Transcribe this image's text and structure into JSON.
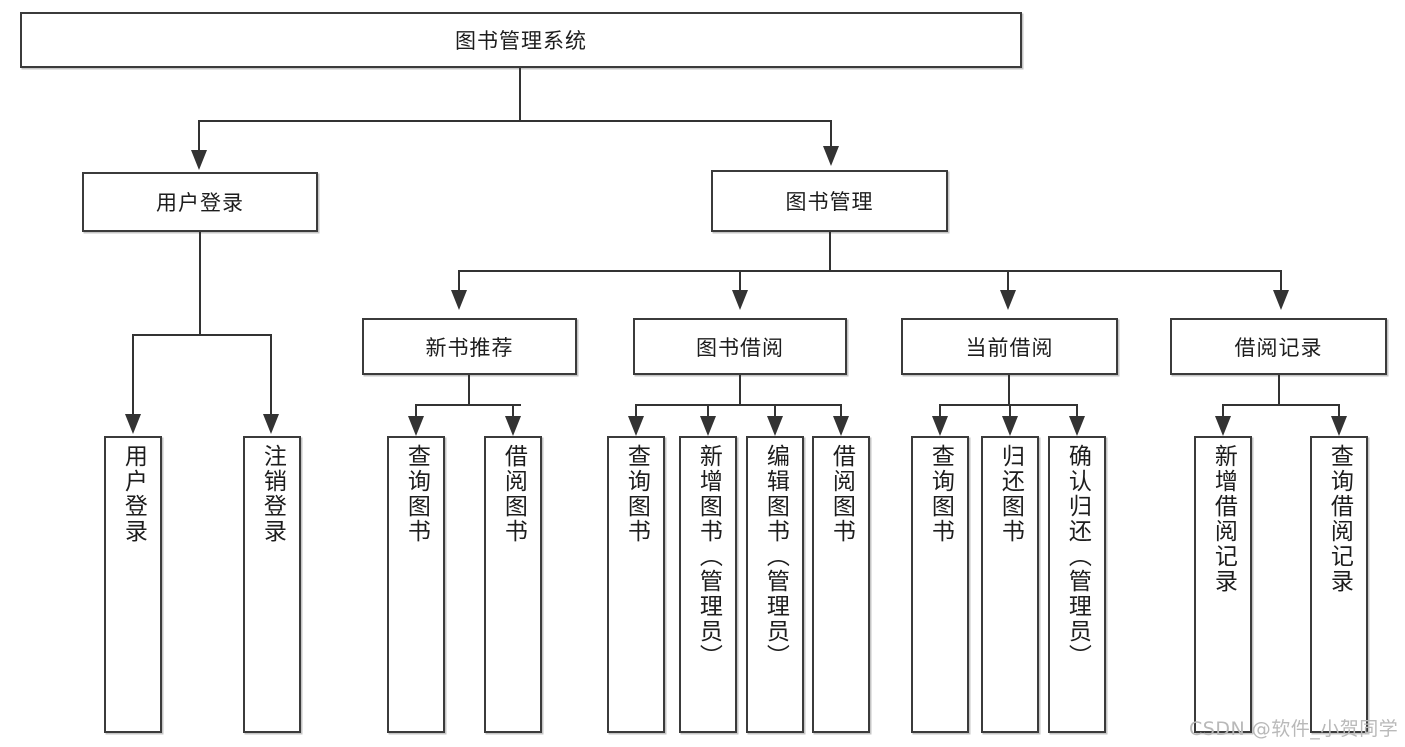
{
  "diagram": {
    "title": "图书管理系统",
    "type": "tree-hierarchy-chart",
    "orientation": "top-down",
    "watermark": "CSDN @软件_小贺同学",
    "colors": {
      "box_border": "#3b3b3b",
      "box_fill": "#ffffff",
      "connector": "#333333",
      "text": "#1d1d1d",
      "watermark": "#b9b9b9",
      "background": "#ffffff"
    }
  },
  "root": {
    "label": "图书管理系统"
  },
  "level2": [
    {
      "id": "user-login",
      "label": "用户登录"
    },
    {
      "id": "book-manage",
      "label": "图书管理"
    }
  ],
  "level3": [
    {
      "id": "new-book-recommend",
      "label": "新书推荐",
      "parent": "book-manage"
    },
    {
      "id": "book-borrow",
      "label": "图书借阅",
      "parent": "book-manage"
    },
    {
      "id": "current-borrow",
      "label": "当前借阅",
      "parent": "book-manage"
    },
    {
      "id": "borrow-record",
      "label": "借阅记录",
      "parent": "book-manage"
    }
  ],
  "leaves": [
    {
      "id": "leaf-user-login",
      "label": "用户登录",
      "parent": "user-login"
    },
    {
      "id": "leaf-user-logout",
      "label": "注销登录",
      "parent": "user-login"
    },
    {
      "id": "leaf-query-book-1",
      "label": "查询图书",
      "parent": "new-book-recommend"
    },
    {
      "id": "leaf-borrow-book-1",
      "label": "借阅图书",
      "parent": "new-book-recommend"
    },
    {
      "id": "leaf-query-book-2",
      "label": "查询图书",
      "parent": "book-borrow"
    },
    {
      "id": "leaf-add-book",
      "label": "新增图书（管理员）",
      "parent": "book-borrow"
    },
    {
      "id": "leaf-edit-book",
      "label": "编辑图书（管理员）",
      "parent": "book-borrow"
    },
    {
      "id": "leaf-borrow-book-2",
      "label": "借阅图书",
      "parent": "book-borrow"
    },
    {
      "id": "leaf-query-book-3",
      "label": "查询图书",
      "parent": "current-borrow"
    },
    {
      "id": "leaf-return-book",
      "label": "归还图书",
      "parent": "current-borrow"
    },
    {
      "id": "leaf-confirm-return",
      "label": "确认归还（管理员）",
      "parent": "current-borrow"
    },
    {
      "id": "leaf-add-borrow-record",
      "label": "新增借阅记录",
      "parent": "borrow-record"
    },
    {
      "id": "leaf-query-borrow-record",
      "label": "查询借阅记录",
      "parent": "borrow-record"
    }
  ]
}
